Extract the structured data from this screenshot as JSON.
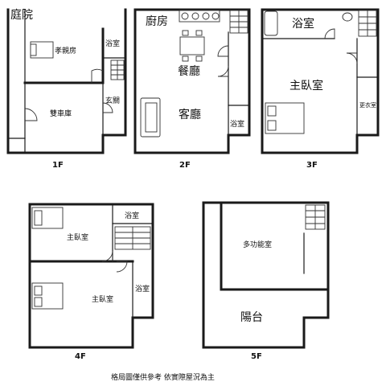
{
  "floors": [
    {
      "label": "1F",
      "rooms": {
        "courtyard": "庭院",
        "parent_room": "孝親房",
        "bathroom": "浴室",
        "entrance": "玄關",
        "garage": "雙車庫"
      }
    },
    {
      "label": "2F",
      "rooms": {
        "kitchen": "廚房",
        "dining": "餐廳",
        "living": "客廳",
        "bathroom": "浴室"
      }
    },
    {
      "label": "3F",
      "rooms": {
        "bathroom": "浴室",
        "master_bedroom": "主臥室",
        "closet": "更衣室"
      }
    },
    {
      "label": "4F",
      "rooms": {
        "bedroom_upper": "主臥室",
        "bathroom_upper": "浴室",
        "bedroom_lower": "主臥室",
        "bathroom_lower": "浴室"
      }
    },
    {
      "label": "5F",
      "rooms": {
        "multipurpose": "多功能室",
        "balcony": "陽台"
      }
    }
  ],
  "caption": "格局圖僅供參考 依實際屋況為主"
}
